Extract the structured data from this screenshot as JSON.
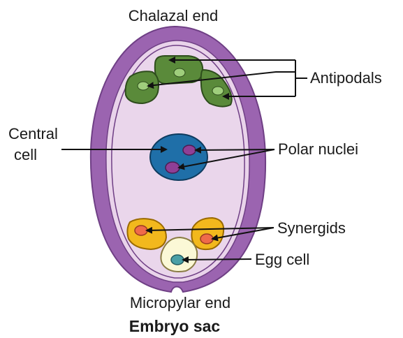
{
  "labels": {
    "chalazal_end": "Chalazal end",
    "antipodals": "Antipodals",
    "central_cell_line1": "Central",
    "central_cell_line2": "cell",
    "polar_nuclei": "Polar nuclei",
    "synergids": "Synergids",
    "egg_cell": "Egg cell",
    "micropylar_end": "Micropylar end"
  },
  "title": "Embryo sac",
  "colors": {
    "integument": "#9b64b0",
    "integument_outline": "#6f3f85",
    "inner_wall": "#e9d3ea",
    "cytoplasm": "#ead6eb",
    "antipodal_cell": "#5a8a3a",
    "antipodal_nucleus": "#9fce7c",
    "central_nucleus": "#1f6fa8",
    "polar_nucleus": "#8f3f96",
    "synergid": "#f2b81d",
    "synergid_nucleus": "#ef6a4a",
    "egg_cell": "#fbf8d6",
    "egg_nucleus": "#4aa0a6"
  }
}
